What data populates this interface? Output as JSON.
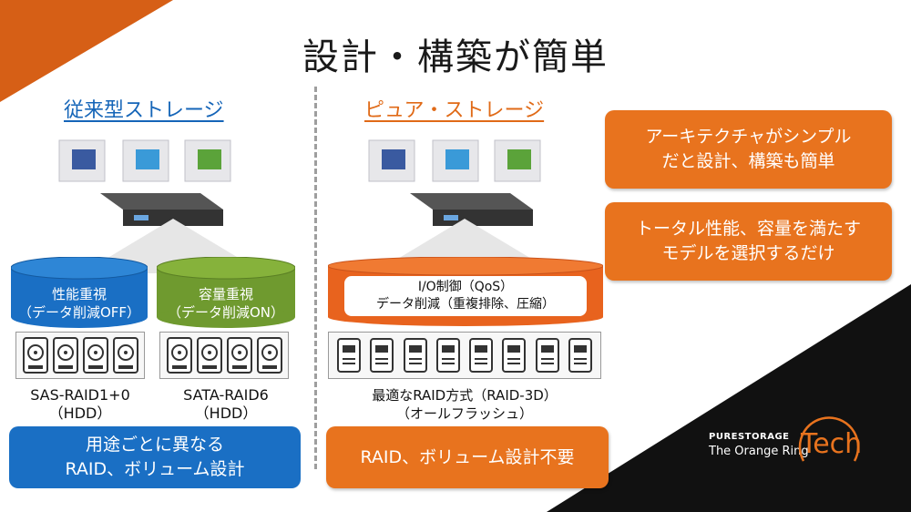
{
  "title": "設計・構築が簡単",
  "left": {
    "heading": "従来型ストレージ",
    "cylinder1": {
      "line1": "性能重視",
      "line2": "（データ削減OFF）",
      "color": "#1a6fc4"
    },
    "cylinder2": {
      "line1": "容量重視",
      "line2": "（データ削減ON）",
      "color": "#6f9a2f"
    },
    "caption1": {
      "line1": "SAS-RAID1+0",
      "line2": "（HDD）"
    },
    "caption2": {
      "line1": "SATA-RAID6",
      "line2": "（HDD）"
    },
    "bottom_box": {
      "line1": "用途ごとに異なる",
      "line2": "RAID、ボリューム設計"
    }
  },
  "right": {
    "heading": "ピュア・ストレージ",
    "cylinder": {
      "line1": "I/O制御（QoS）",
      "line2": "データ削減（重複排除、圧縮）",
      "color": "#e8631e"
    },
    "caption": {
      "line1": "最適なRAID方式（RAID-3D）",
      "line2": "（オールフラッシュ）"
    },
    "bottom_box": {
      "text": "RAID、ボリューム設計不要"
    }
  },
  "callouts": [
    {
      "line1": "アーキテクチャがシンプル",
      "line2": "だと設計、構築も簡単"
    },
    {
      "line1": "トータル性能、容量を満たす",
      "line2": "モデルを選択するだけ"
    }
  ],
  "branding": {
    "brand": "PURESTORAGE",
    "tagline": "The Orange Ring",
    "word": "Tech"
  },
  "colors": {
    "accent_orange": "#e8731e",
    "accent_blue": "#1a6fc4",
    "dark": "#111111"
  }
}
